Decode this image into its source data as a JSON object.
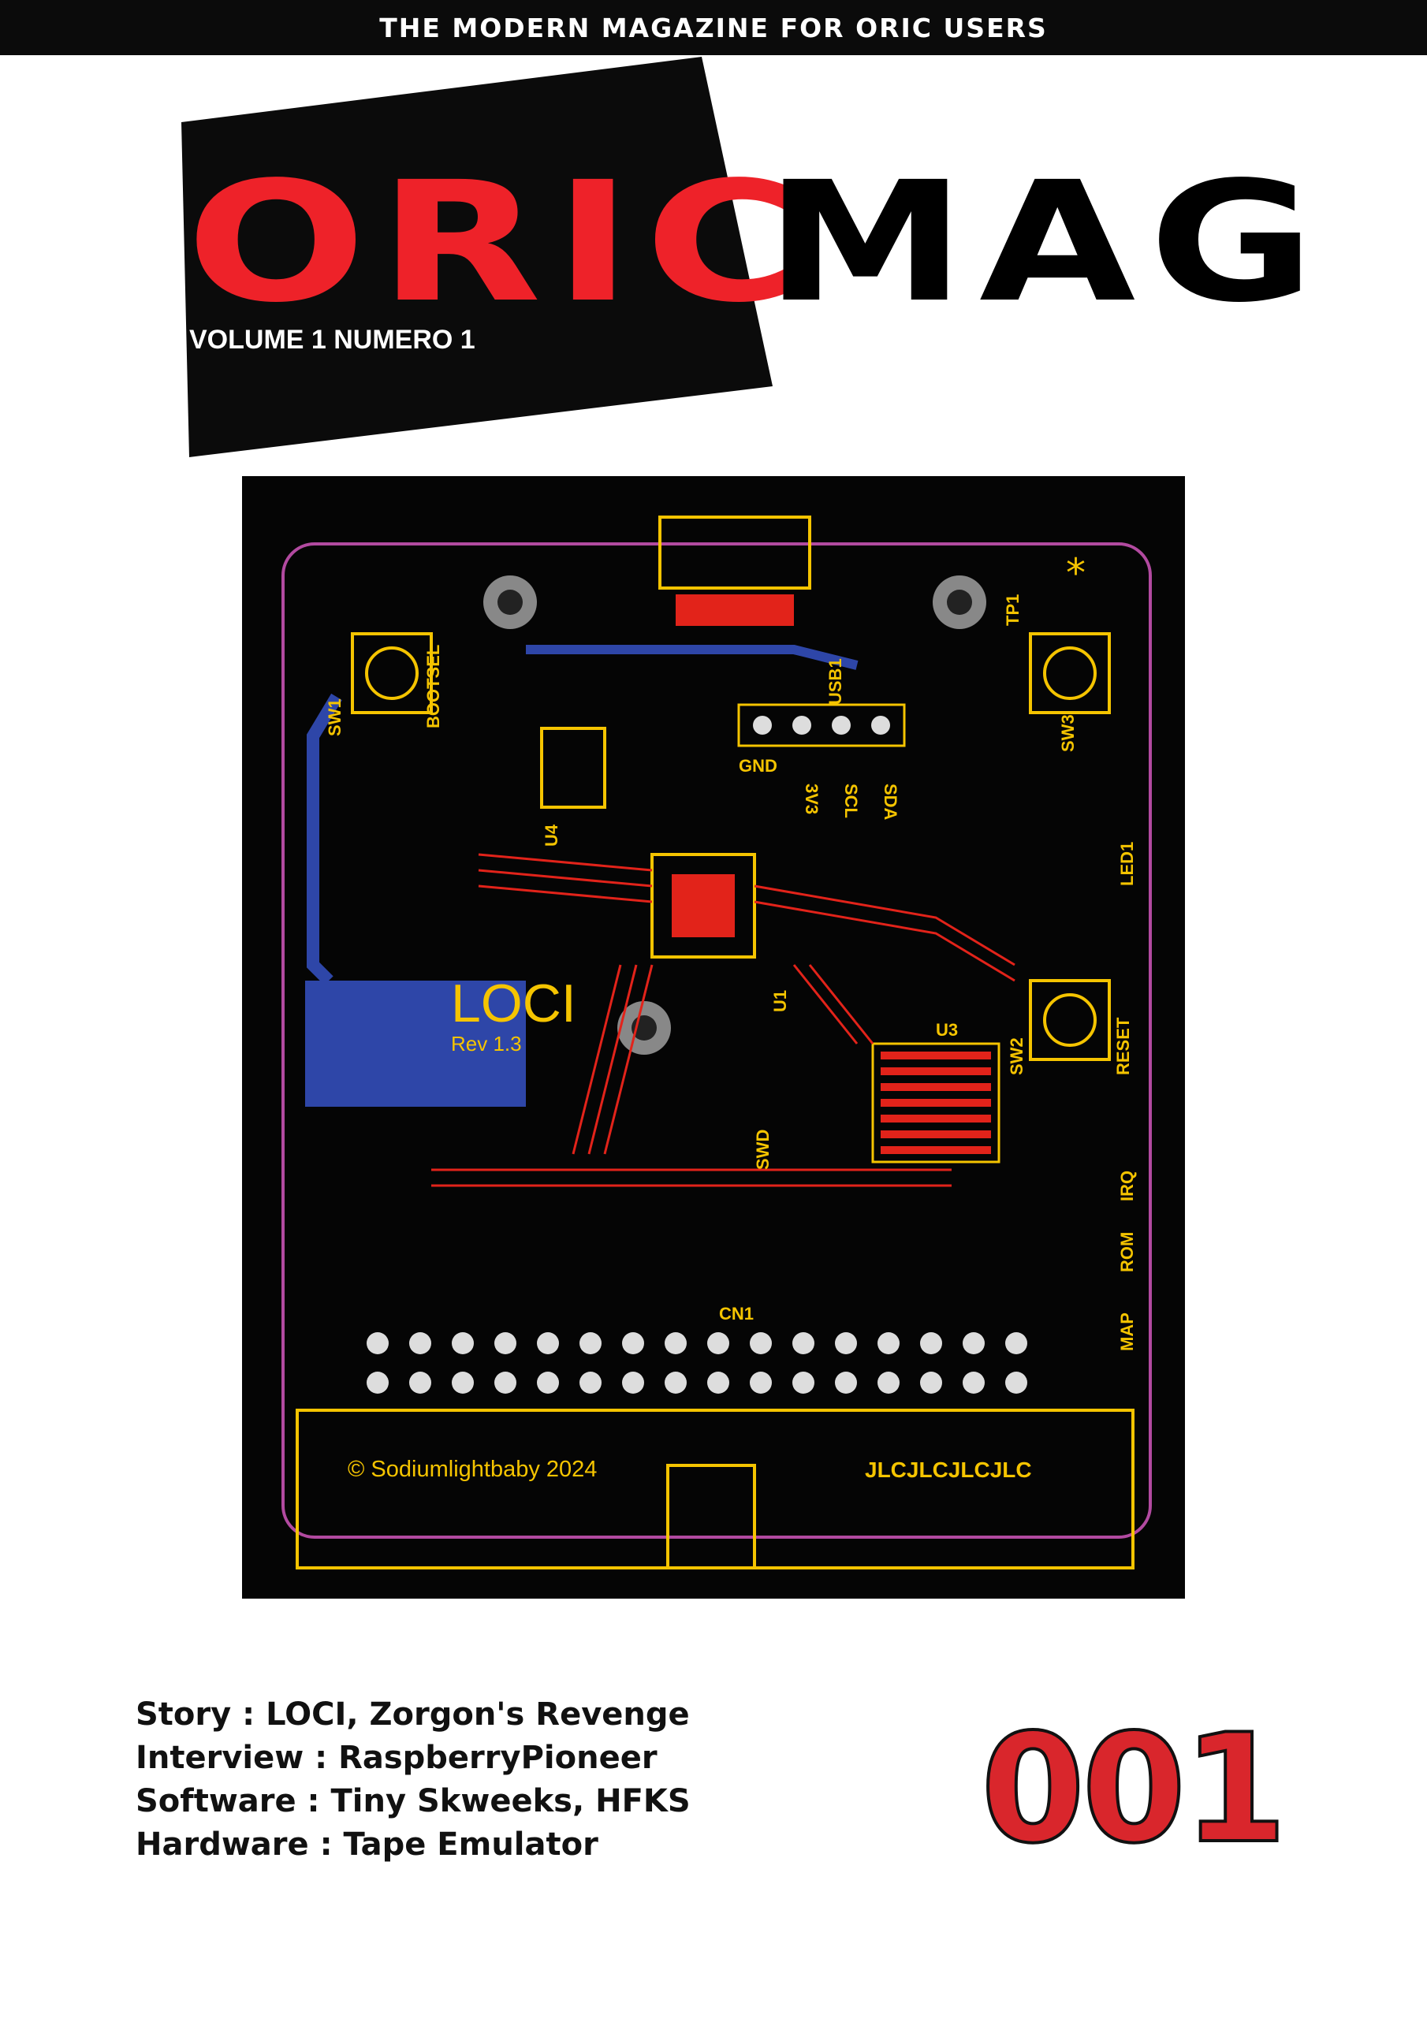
{
  "header": {
    "tagline": "THE MODERN MAGAZINE FOR ORIC USERS"
  },
  "masthead": {
    "title_part1": "ORIC",
    "title_part2": "MAG",
    "volume": "VOLUME 1 NUMERO 1"
  },
  "cover_image": {
    "board_name": "LOCI",
    "revision": "Rev 1.3",
    "copyright": "© Sodiumlightbaby 2024",
    "fab_mark": "JLCJLCJLCJLC",
    "silkscreen": {
      "bootsel": "BOOTSEL",
      "sw1": "SW1",
      "sw2": "SW2",
      "sw3": "SW3",
      "reset": "RESET",
      "tp1": "TP1",
      "led1": "LED1",
      "usb1": "USB1",
      "cn1": "CN1",
      "u1": "U1",
      "u3": "U3",
      "u4": "U4",
      "irq": "IRQ",
      "rom": "ROM",
      "map": "MAP",
      "gnd": "GND",
      "swd": "SWD",
      "sda": "SDA",
      "scl": "SCL",
      "v33": "3V3"
    }
  },
  "contents": [
    {
      "label": "Story",
      "value": "LOCI, Zorgon's Revenge"
    },
    {
      "label": "Interview",
      "value": "RaspberryPioneer"
    },
    {
      "label": "Software",
      "value": "Tiny Skweeks, HFKS"
    },
    {
      "label": "Hardware",
      "value": "Tape Emulator"
    }
  ],
  "contents_separator": " : ",
  "issue_number": "001",
  "colors": {
    "brand_red": "#ee2229",
    "black": "#0b0b0b",
    "pcb_yellow": "#f5c400",
    "pcb_red": "#e2231a",
    "pcb_blue": "#2e46a8",
    "pcb_magenta": "#b24aa0"
  }
}
